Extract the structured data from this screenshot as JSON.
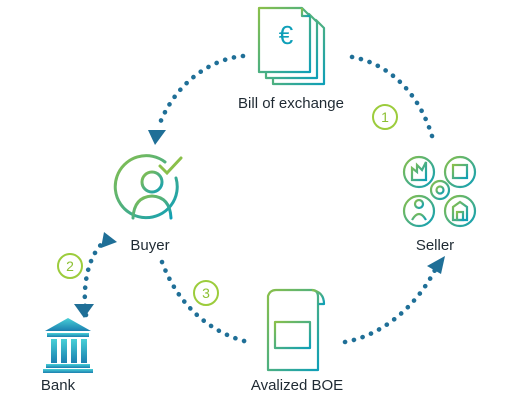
{
  "nodes": {
    "bill": {
      "label": "Bill of exchange",
      "icon": "euro-document-stack-icon"
    },
    "seller": {
      "label": "Seller",
      "icon": "seller-operations-icon"
    },
    "buyer": {
      "label": "Buyer",
      "icon": "buyer-check-icon"
    },
    "bank": {
      "label": "Bank",
      "icon": "bank-icon"
    },
    "boe": {
      "label": "Avalized BOE",
      "icon": "avalized-document-icon"
    }
  },
  "steps": [
    "1",
    "2",
    "3"
  ],
  "colors": {
    "dots": "#1f6f97",
    "step_ring": "#9ccc3c",
    "icon_teal": "#0fa3b4",
    "icon_green": "#8ac04a",
    "label": "#1f2a33"
  }
}
